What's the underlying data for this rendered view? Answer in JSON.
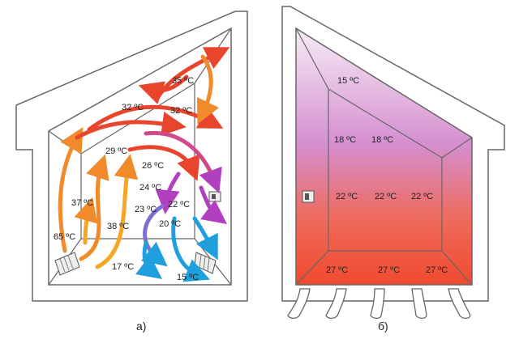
{
  "diagram_a": {
    "caption": "а)",
    "temperatures": [
      "35 ºC",
      "32 ºC",
      "32 ºC",
      "29 ºC",
      "26 ºC",
      "24 ºC",
      "37 ºC",
      "23 ºC",
      "22 ºC",
      "38 ºC",
      "20 ºC",
      "65 ºC",
      "17 ºC",
      "15 ºC"
    ]
  },
  "diagram_b": {
    "caption": "б)",
    "temperatures": [
      "15 ºC",
      "18 ºC",
      "18 ºC",
      "22 ºC",
      "22 ºC",
      "22 ºC",
      "27 ºC",
      "27 ºC",
      "27 ºC"
    ]
  },
  "colors": {
    "wall": "#666666",
    "hot": "#e8452c",
    "warm": "#f5a623",
    "cool": "#1fa0dc",
    "violet": "#b040c0",
    "floor_warm": "#f04a2f",
    "ceiling_cool": "#f3dff0"
  }
}
